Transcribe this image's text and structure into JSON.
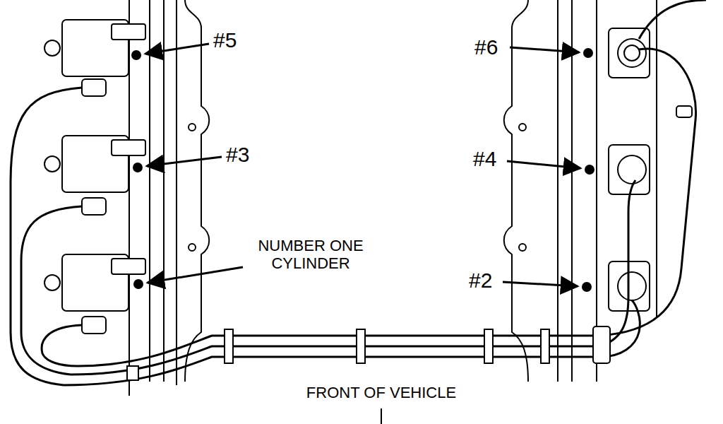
{
  "diagram": {
    "labels": [
      "#5",
      "#3",
      "NUMBER ONE CYLINDER",
      "#6",
      "#4",
      "#2",
      "FRONT OF VEHICLE"
    ]
  }
}
